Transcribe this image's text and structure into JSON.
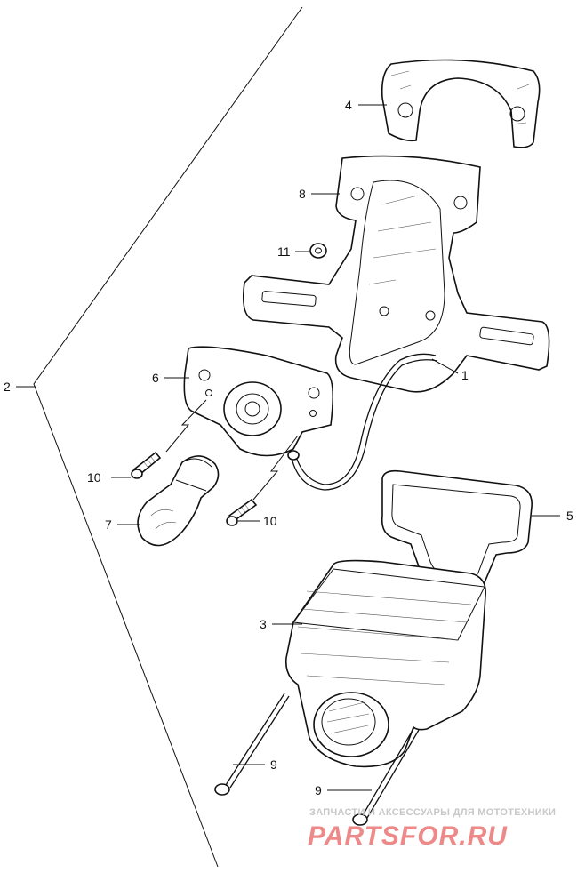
{
  "callouts": [
    {
      "id": "1",
      "label": "1"
    },
    {
      "id": "2",
      "label": "2"
    },
    {
      "id": "3",
      "label": "3"
    },
    {
      "id": "4",
      "label": "4"
    },
    {
      "id": "5",
      "label": "5"
    },
    {
      "id": "6",
      "label": "6"
    },
    {
      "id": "7",
      "label": "7"
    },
    {
      "id": "8",
      "label": "8"
    },
    {
      "id": "9a",
      "label": "9"
    },
    {
      "id": "9b",
      "label": "9"
    },
    {
      "id": "10a",
      "label": "10"
    },
    {
      "id": "10b",
      "label": "10"
    },
    {
      "id": "11",
      "label": "11"
    }
  ],
  "watermark": {
    "tagline": "ЗАПЧАСТИ И АКСЕССУАРЫ ДЛЯ МОТОТЕХНИКИ",
    "brand": "PARTSFOR.RU"
  }
}
